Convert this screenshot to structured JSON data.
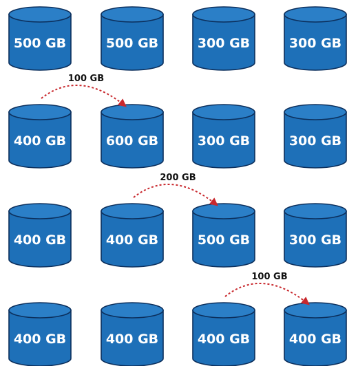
{
  "colors": {
    "disk_body": "#1e70b8",
    "disk_top": "#2b7fc7",
    "disk_outline": "#0c2f5c",
    "arrow": "#c8282d",
    "disk_text": "#ffffff",
    "label_text": "#111111"
  },
  "icon": "database-cylinder-icon",
  "rows": [
    {
      "disks": [
        "500 GB",
        "500 GB",
        "300 GB",
        "300 GB"
      ]
    },
    {
      "disks": [
        "400 GB",
        "600 GB",
        "300 GB",
        "300 GB"
      ]
    },
    {
      "disks": [
        "400 GB",
        "400 GB",
        "500 GB",
        "300 GB"
      ]
    },
    {
      "disks": [
        "400 GB",
        "400 GB",
        "400 GB",
        "400 GB"
      ]
    }
  ],
  "moves": [
    {
      "label": "100 GB",
      "row": 1,
      "from": 0,
      "to": 1
    },
    {
      "label": "200 GB",
      "row": 2,
      "from": 1,
      "to": 2
    },
    {
      "label": "100 GB",
      "row": 3,
      "from": 2,
      "to": 3
    }
  ]
}
